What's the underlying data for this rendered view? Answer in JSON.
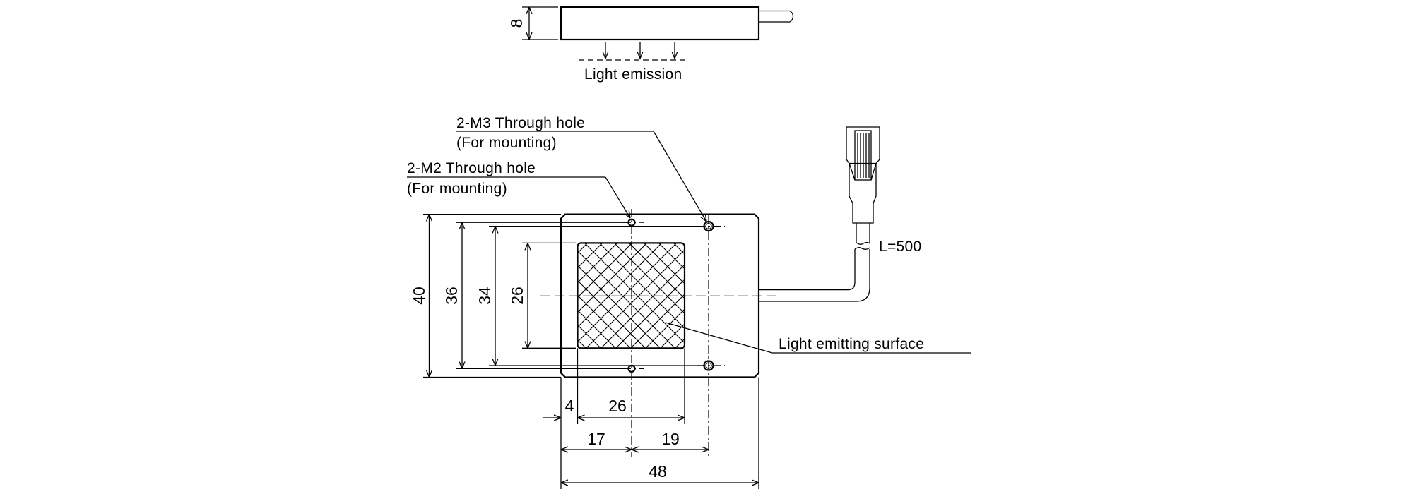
{
  "side_view": {
    "height_dim": "8",
    "emission_label": "Light emission"
  },
  "front_view": {
    "m3_hole_label": "2-M3 Through hole",
    "m3_hole_note": "(For mounting)",
    "m2_hole_label": "2-M2 Through hole",
    "m2_hole_note": "(For mounting)",
    "cable_length": "L=500",
    "surface_label": "Light emitting surface",
    "dims": {
      "height_overall": "40",
      "m2_pitch": "36",
      "m3_pitch": "34",
      "surface_height": "26",
      "surface_offset": "4",
      "surface_width": "26",
      "m2_offset": "17",
      "m3_offset": "19",
      "width_overall": "48"
    }
  }
}
